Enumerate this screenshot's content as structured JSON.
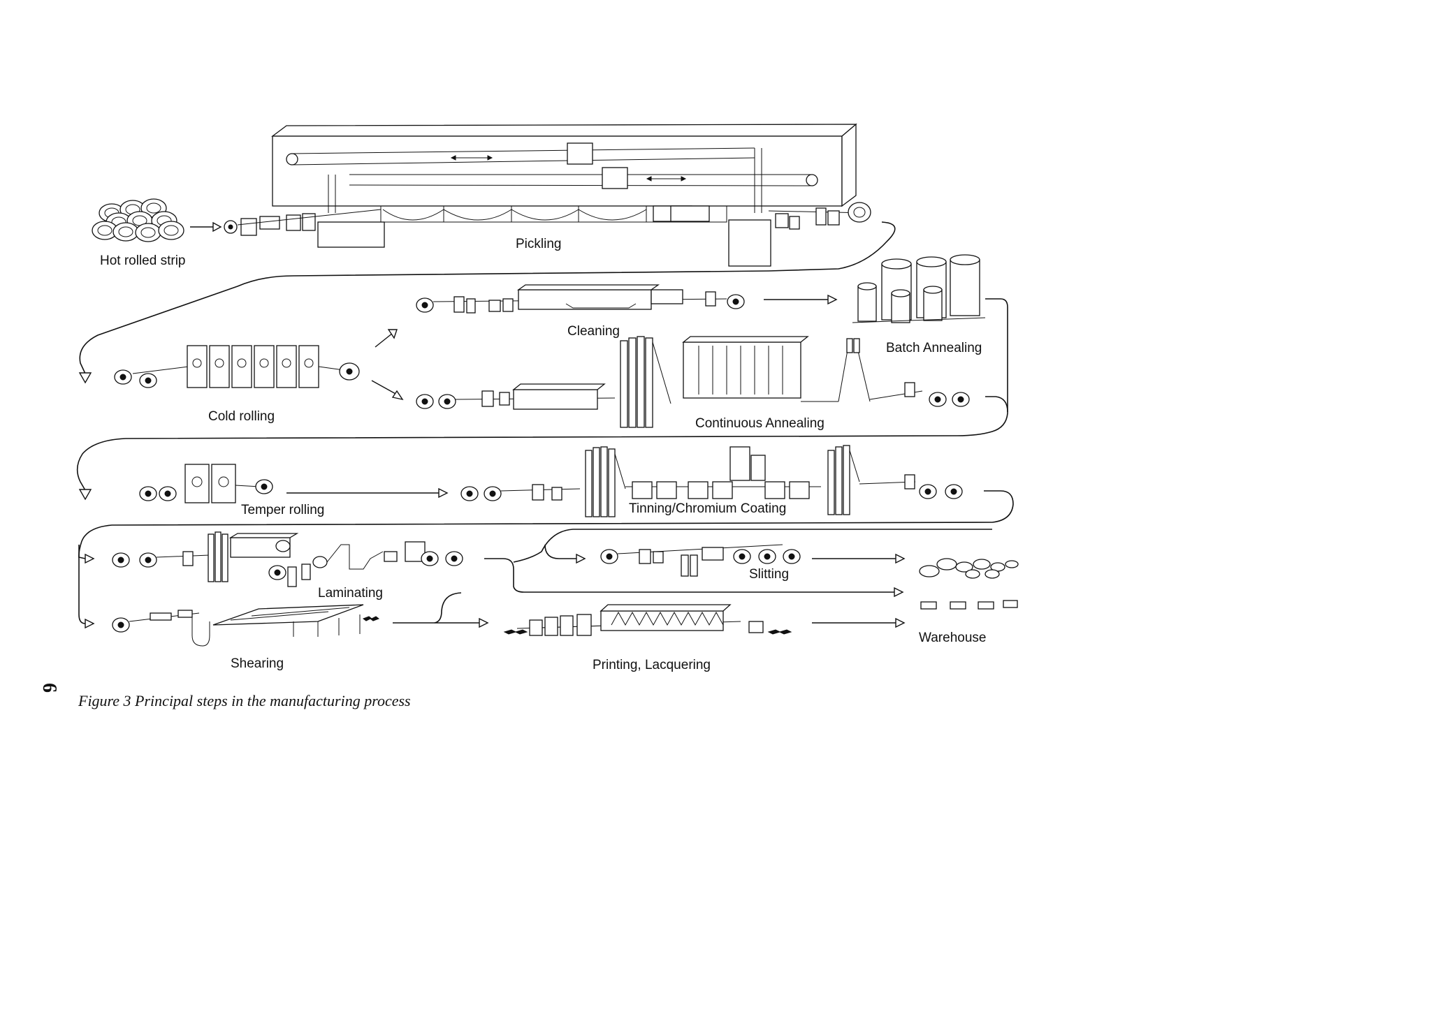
{
  "page_number": "6",
  "caption": "Figure 3 Principal steps in the manufacturing process",
  "steps": {
    "hot_rolled_strip": "Hot rolled strip",
    "pickling": "Pickling",
    "cold_rolling": "Cold rolling",
    "cleaning": "Cleaning",
    "batch_annealing": "Batch Annealing",
    "continuous_annealing": "Continuous Annealing",
    "temper_rolling": "Temper rolling",
    "tinning_chromium_coating": "Tinning/Chromium Coating",
    "laminating": "Laminating",
    "slitting": "Slitting",
    "shearing": "Shearing",
    "printing_lacquering": "Printing, Lacquering",
    "warehouse": "Warehouse"
  }
}
